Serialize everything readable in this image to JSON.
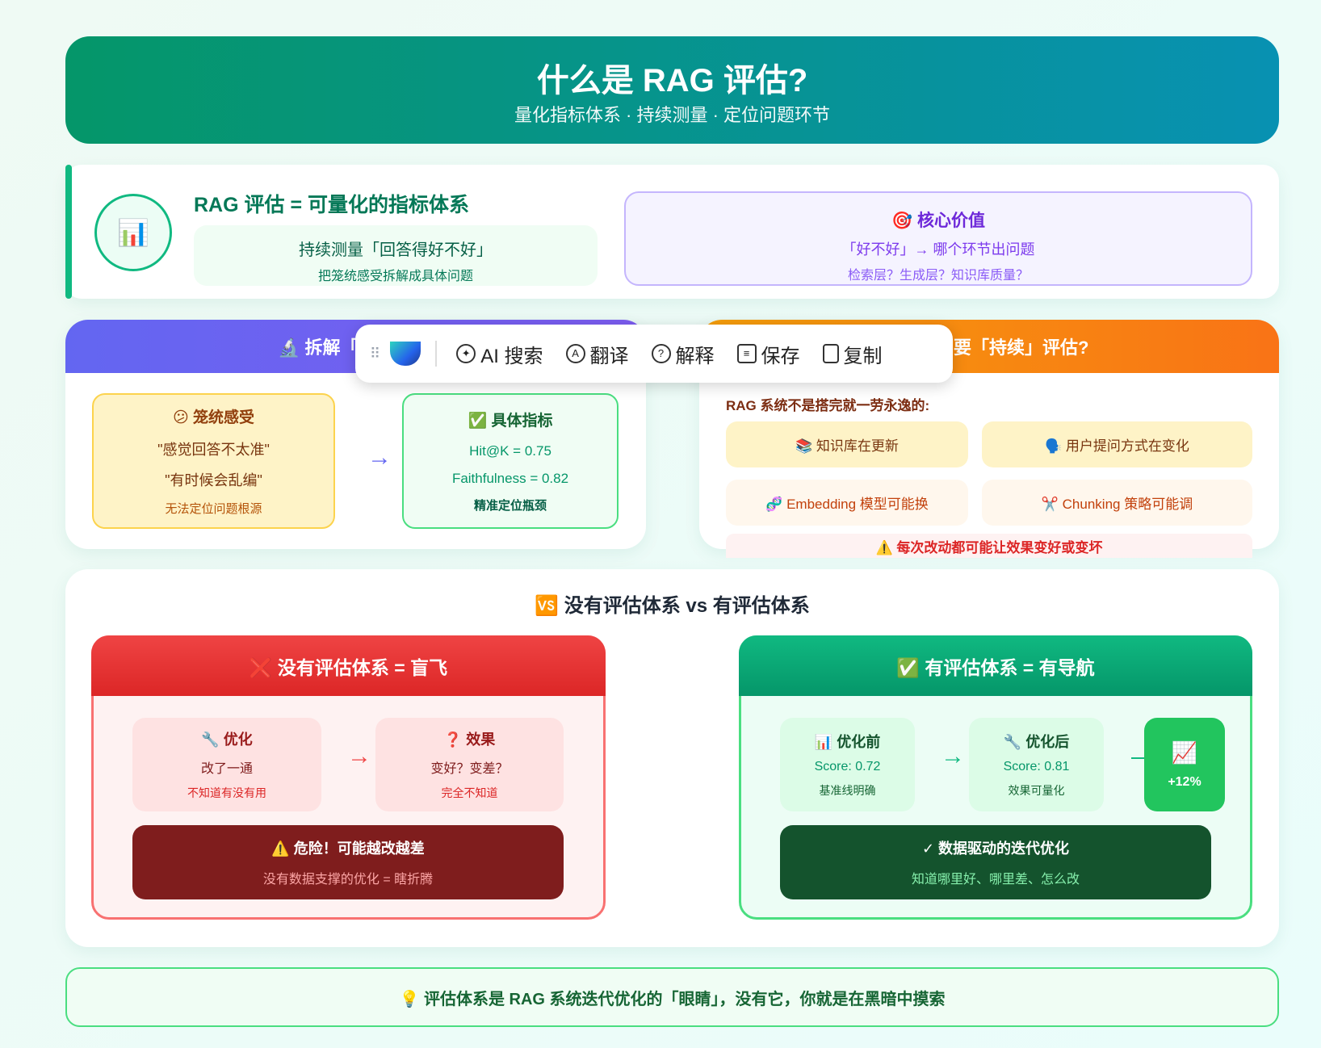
{
  "header": {
    "title": "什么是 RAG 评估?",
    "subtitle": "量化指标体系 · 持续测量 · 定位问题环节"
  },
  "intro": {
    "icon": "📊",
    "title": "RAG 评估 = 可量化的指标体系",
    "line1": "持续测量「回答得好不好」",
    "line2": "把笼统感受拆解成具体问题",
    "core": {
      "title": "🎯 核心价值",
      "line1": "「好不好」→ 哪个环节出问题",
      "line2": "检索层？生成层？知识库质量？"
    }
  },
  "breakdown": {
    "header": "🔬 拆解「",
    "vague": {
      "title": "😕 笼统感受",
      "q1": "\"感觉回答不太准\"",
      "q2": "\"有时候会乱编\"",
      "note": "无法定位问题根源"
    },
    "arrow": "→",
    "concrete": {
      "title": "✅ 具体指标",
      "m1": "Hit@K = 0.75",
      "m2": "Faithfulness = 0.82",
      "note": "精准定位瓶颈"
    }
  },
  "continuous": {
    "header": "要「持续」评估?",
    "label": "RAG 系统不是搭完就一劳永逸的:",
    "items": [
      "📚 知识库在更新",
      "🗣️ 用户提问方式在变化",
      "🧬 Embedding 模型可能换",
      "✂️ Chunking 策略可能调"
    ],
    "warning": "⚠️ 每次改动都可能让效果变好或变坏"
  },
  "toolbar": {
    "items": [
      "AI 搜索",
      "翻译",
      "解释",
      "保存",
      "复制"
    ]
  },
  "compare": {
    "title": "🆚 没有评估体系 vs 有评估体系",
    "bad": {
      "header": "❌ 没有评估体系 = 盲飞",
      "b1": {
        "title": "🔧 优化",
        "l1": "改了一通",
        "l2": "不知道有没有用"
      },
      "arrow": "→",
      "b2": {
        "title": "❓ 效果",
        "l1": "变好？变差？",
        "l2": "完全不知道"
      },
      "danger_title": "⚠️ 危险！可能越改越差",
      "danger_sub": "没有数据支撑的优化 = 瞎折腾"
    },
    "good": {
      "header": "✅ 有评估体系 = 有导航",
      "b1": {
        "title": "📊 优化前",
        "l1": "Score: 0.72",
        "l2": "基准线明确"
      },
      "arrow": "→",
      "b2": {
        "title": "🔧 优化后",
        "l1": "Score: 0.81",
        "l2": "效果可量化"
      },
      "gain_icon": "📈",
      "gain": "+12%",
      "ok_title": "✓ 数据驱动的迭代优化",
      "ok_sub": "知道哪里好、哪里差、怎么改"
    }
  },
  "footer": "💡 评估体系是 RAG 系统迭代优化的「眼睛」，没有它，你就是在黑暗中摸索",
  "colors": {
    "green": "#059669",
    "purple": "#6366f1",
    "orange": "#f97316",
    "red": "#dc2626",
    "dark_red": "#7f1d1d",
    "dark_green": "#14532d"
  }
}
